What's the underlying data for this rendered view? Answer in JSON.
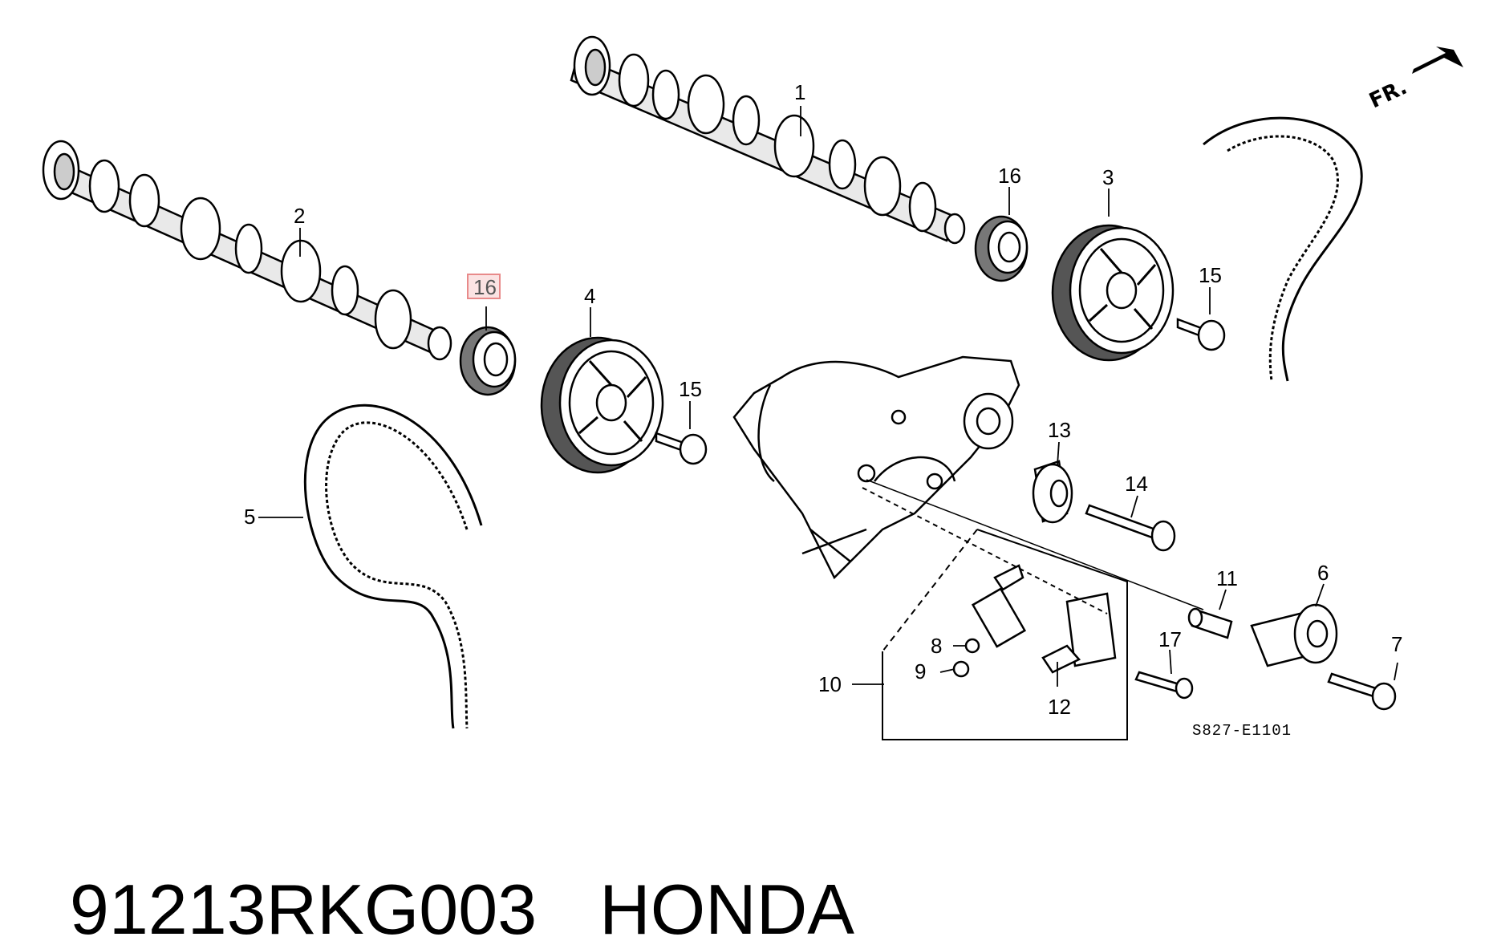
{
  "diagram": {
    "callouts": [
      "1",
      "2",
      "3",
      "4",
      "5",
      "6",
      "7",
      "8",
      "9",
      "10",
      "11",
      "12",
      "13",
      "14",
      "15",
      "15",
      "16",
      "16",
      "17"
    ],
    "highlighted_callout": "16",
    "front_indicator": "FR.",
    "drawing_code": "S827-E1101"
  },
  "caption": {
    "part_number": "91213RKG003",
    "brand": "HONDA"
  },
  "colors": {
    "highlight_box": "#e88a8a",
    "highlight_fill": "#fbe3e3",
    "ink": "#000000"
  }
}
